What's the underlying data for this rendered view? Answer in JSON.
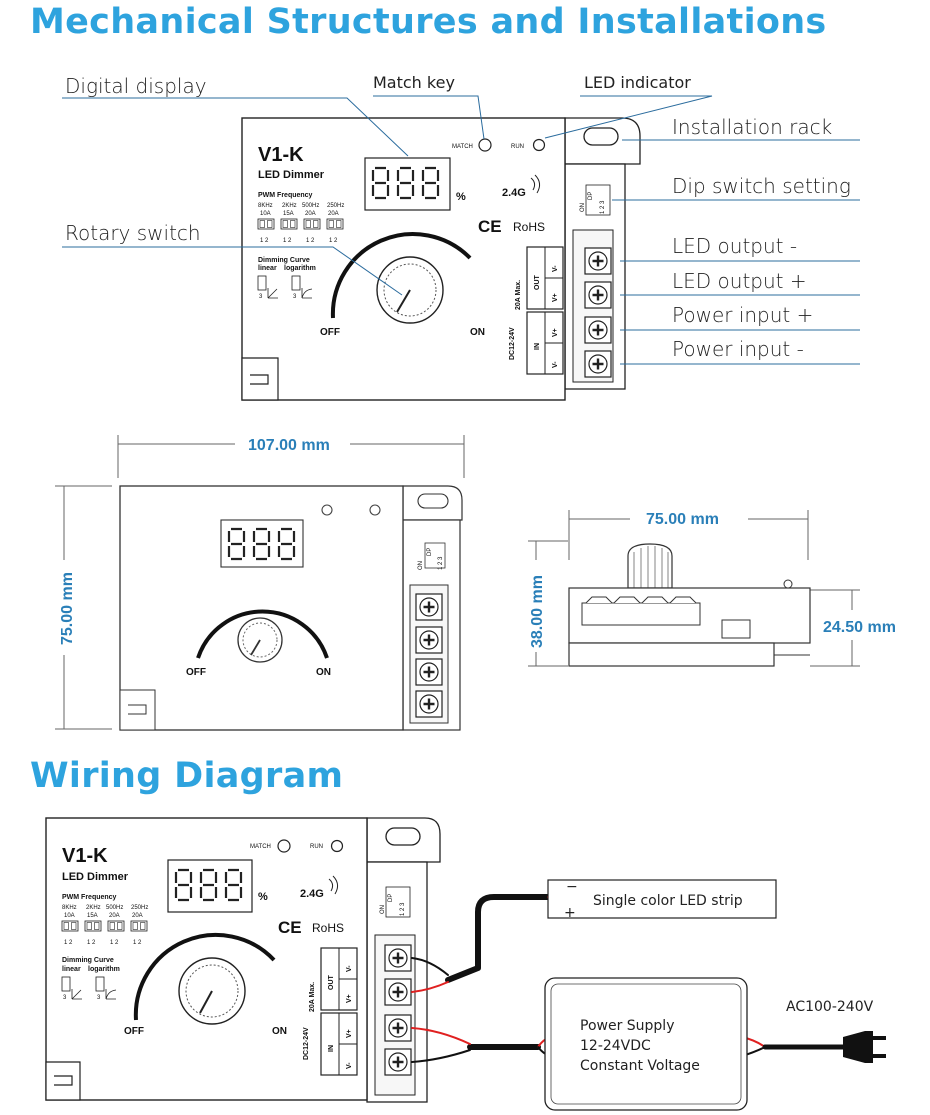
{
  "titles": {
    "mechanical": "Mechanical Structures and Installations",
    "wiring": "Wiring Diagram"
  },
  "callouts": {
    "digital_display": "Digital display",
    "match_key": "Match key",
    "led_indicator": "LED indicator",
    "installation_rack": "Installation rack",
    "dip_switch": "Dip switch setting",
    "rotary_switch": "Rotary switch",
    "led_out_minus": "LED output -",
    "led_out_plus": "LED output +",
    "power_in_plus": "Power input +",
    "power_in_minus": "Power input -"
  },
  "device": {
    "model": "V1-K",
    "subtitle": "LED Dimmer",
    "pwm_title": "PWM Frequency",
    "pwm_freqs": [
      "8KHz",
      "2KHz",
      "500Hz",
      "250Hz"
    ],
    "pwm_currents": [
      "10A",
      "15A",
      "20A",
      "20A"
    ],
    "dip_nums": "1 2",
    "curve_title": "Dimming Curve",
    "curve_linear": "linear",
    "curve_log": "logarithm",
    "curve_num": "3",
    "percent": "%",
    "rf": "2.4G",
    "ce": "CE",
    "rohs": "RoHS",
    "match": "MATCH",
    "run": "RUN",
    "off": "OFF",
    "on": "ON",
    "out": "OUT",
    "in": "IN",
    "v_minus": "V-",
    "v_plus": "V+",
    "out_max": "20A Max.",
    "dc_range": "DC12-24V",
    "dip_on": "ON",
    "dip_dp": "DP",
    "dip_123": "1 2 3"
  },
  "dimensions": {
    "width": "107.00 mm",
    "height": "75.00 mm",
    "depth": "75.00 mm",
    "total_height": "38.00 mm",
    "body_height": "24.50 mm"
  },
  "wiring": {
    "led_strip": "Single color LED strip",
    "strip_minus": "−",
    "strip_plus": "+",
    "psu_line1": "Power Supply",
    "psu_line2": "12-24VDC",
    "psu_line3": "Constant Voltage",
    "ac": "AC100-240V"
  },
  "colors": {
    "title_blue": "#2ea3de",
    "dimension_blue": "#2a7fb8",
    "wire_red": "#e02020",
    "wire_black": "#111111"
  }
}
